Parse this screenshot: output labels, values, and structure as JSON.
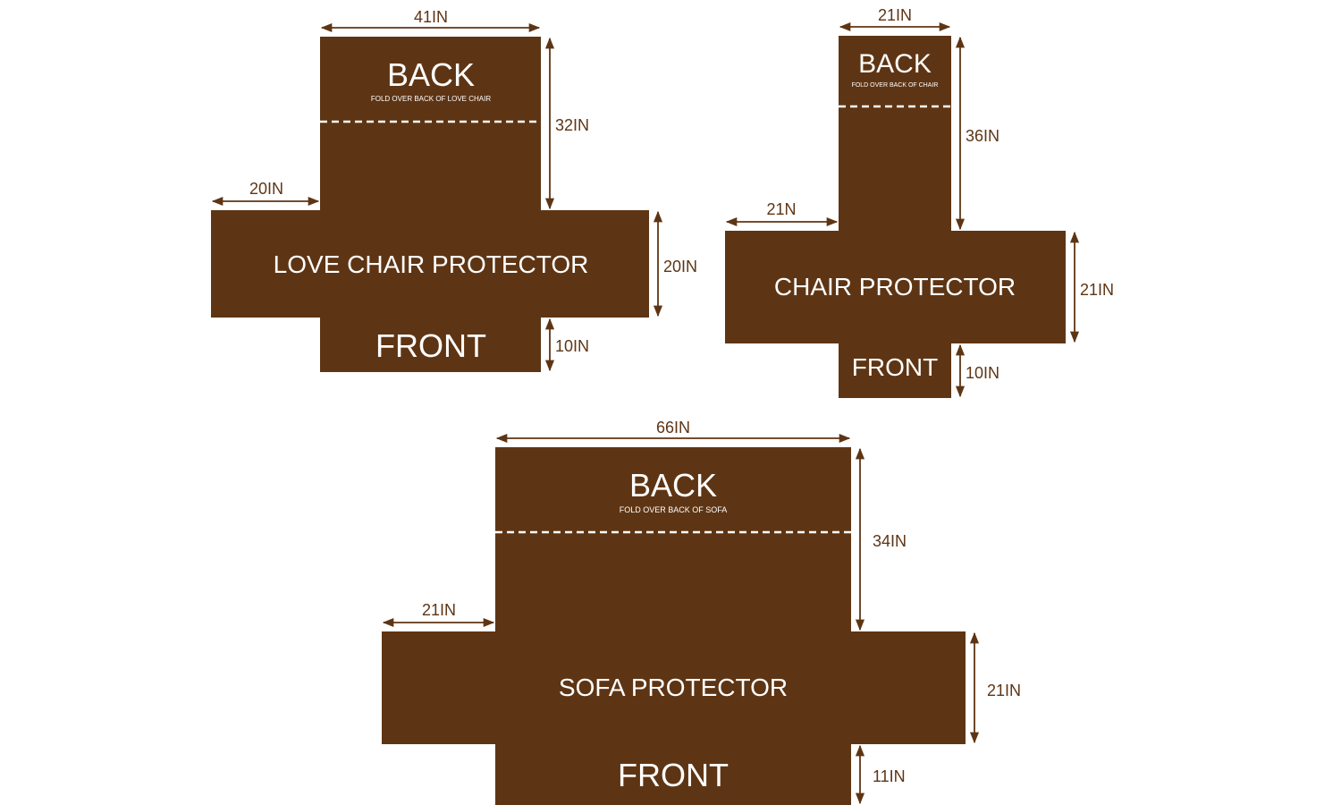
{
  "colors": {
    "fabric": "#5e3514",
    "annotation": "#5e3514",
    "fold_line": "#ffffff"
  },
  "love_chair": {
    "back_label": "BACK",
    "back_note": "FOLD OVER BACK OF LOVE CHAIR",
    "title": "LOVE CHAIR PROTECTOR",
    "front_label": "FRONT",
    "dim_width": "41IN",
    "dim_back_height": "32IN",
    "dim_arm_width": "20IN",
    "dim_seat_height": "20IN",
    "dim_front_height": "10IN"
  },
  "chair": {
    "back_label": "BACK",
    "back_note": "FOLD OVER BACK OF CHAIR",
    "title": "CHAIR PROTECTOR",
    "front_label": "FRONT",
    "dim_width": "21IN",
    "dim_back_height": "36IN",
    "dim_arm_width": "21N",
    "dim_seat_height": "21IN",
    "dim_front_height": "10IN"
  },
  "sofa": {
    "back_label": "BACK",
    "back_note": "FOLD OVER BACK OF SOFA",
    "title": "SOFA PROTECTOR",
    "front_label": "FRONT",
    "dim_width": "66IN",
    "dim_back_height": "34IN",
    "dim_arm_width": "21IN",
    "dim_seat_height": "21IN",
    "dim_front_height": "11IN"
  }
}
